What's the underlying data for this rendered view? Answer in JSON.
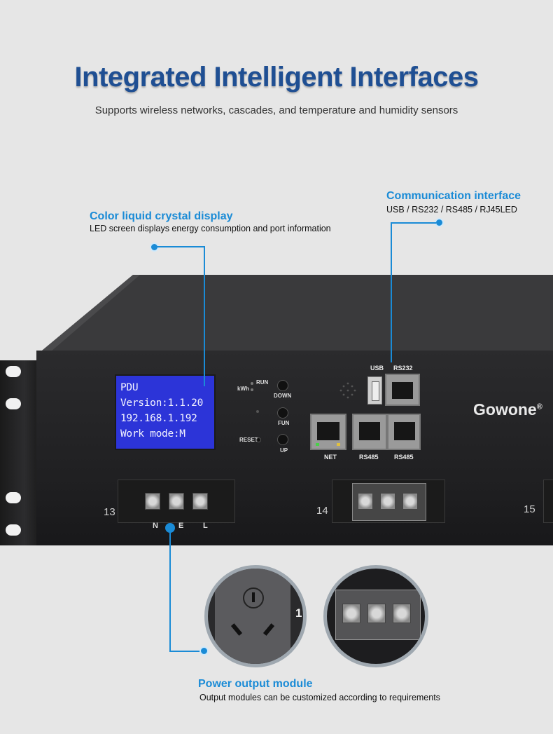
{
  "header": {
    "title": "Integrated Intelligent Interfaces",
    "subtitle": "Supports wireless networks, cascades, and temperature and humidity sensors"
  },
  "callouts": {
    "display": {
      "title": "Color liquid crystal display",
      "desc": "LED screen displays energy consumption and port information"
    },
    "communication": {
      "title": "Communication interface",
      "desc": "USB / RS232 / RS485 / RJ45LED"
    },
    "power": {
      "title": "Power output module",
      "desc": "Output modules can be customized according to requirements"
    }
  },
  "device": {
    "lcd_lines": [
      "PDU",
      "Version:1.1.20",
      "192.168.1.192",
      "Work mode:M"
    ],
    "indicators": {
      "run": "RUN",
      "kwh": "kWh"
    },
    "buttons": {
      "down": "DOWN",
      "fun": "FUN",
      "up": "UP",
      "reset": "RESET"
    },
    "ports": {
      "usb": "USB",
      "rs232": "RS232",
      "net": "NET",
      "rs485_a": "RS485",
      "rs485_b": "RS485"
    },
    "brand": "Gowone",
    "brand_mark": "®",
    "terminals": {
      "t13": "13",
      "t14": "14",
      "t15": "15",
      "n": "N",
      "e": "E",
      "l": "L"
    }
  },
  "detail": {
    "socket_number": "1"
  },
  "colors": {
    "title": "#1f4f93",
    "accent": "#1a8bd6",
    "lcd": "#2c34d8",
    "chassis": "#232325"
  }
}
